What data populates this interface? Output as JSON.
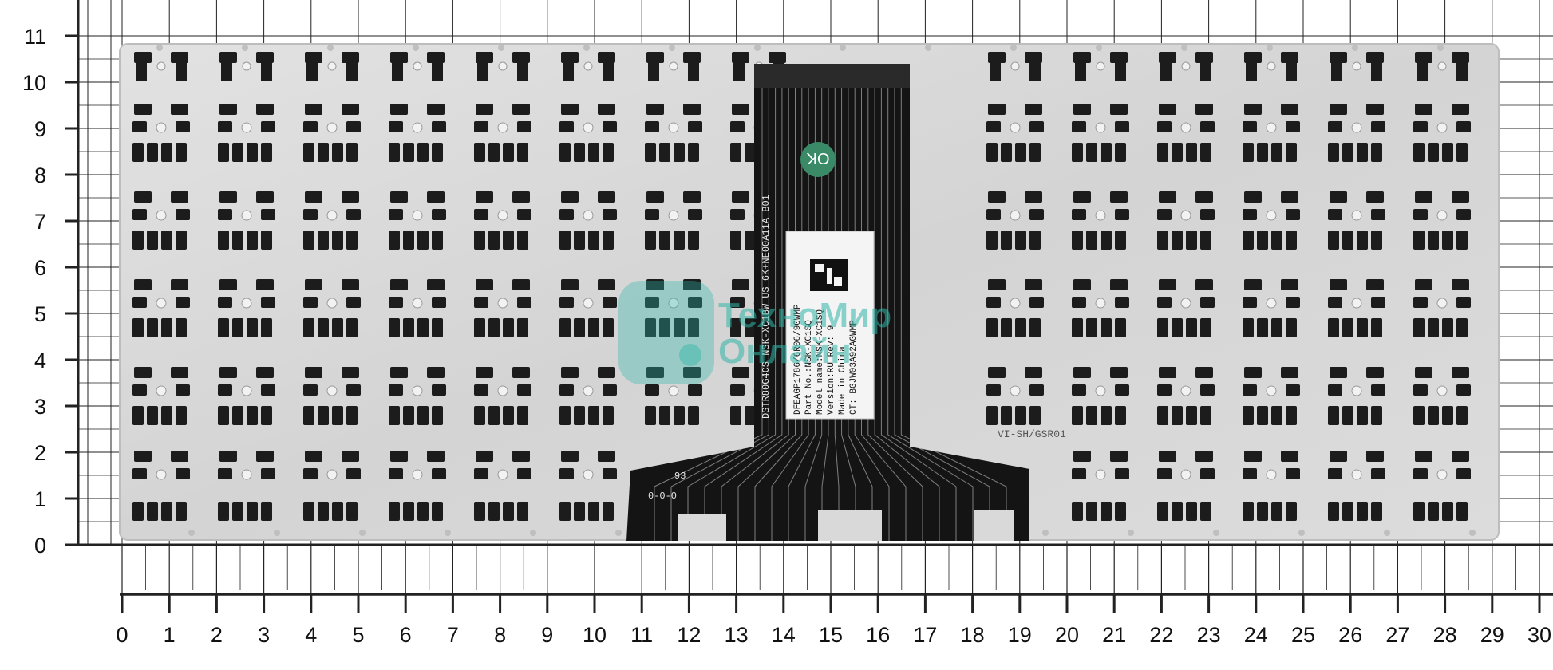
{
  "photo": {
    "subject": "laptop keyboard underside on measurement grid"
  },
  "scale": {
    "x_ticks": [
      "0",
      "1",
      "2",
      "3",
      "4",
      "5",
      "6",
      "7",
      "8",
      "9",
      "10",
      "11",
      "12",
      "13",
      "14",
      "15",
      "16",
      "17",
      "18",
      "19",
      "20",
      "21",
      "22",
      "23",
      "24",
      "25",
      "26",
      "27",
      "28",
      "29",
      "30"
    ],
    "y_ticks": [
      "0",
      "1",
      "2",
      "3",
      "4",
      "5",
      "6",
      "7",
      "8",
      "9",
      "10",
      "11"
    ]
  },
  "keyboard": {
    "ok_sticker": "OK",
    "flex_line_1": "DSTR80G4CS NSK-XC1BW US 6K+NE00A11A B01",
    "flex_mark_left": "93",
    "flex_mark_bottom": "0-0-0",
    "reversed_mark": "VI-SH/GSR01",
    "label": {
      "lines": [
        "DFEAGP1786/6R06/90WMP",
        "Part No.:NSK-XC1SQ",
        "Model name:NSK-XC1SQ",
        "Version:RU    Rev: 9",
        "Made in China",
        "CT: BGJW03A92AGWMP"
      ]
    }
  },
  "watermark": {
    "line_1": "ТехноМир",
    "line_2": "Онлайн"
  },
  "colors": {
    "plate": "#d9d9d9",
    "key_hole": "#1c1c1c",
    "flex_cable": "#141414",
    "ok_sticker": "#3a8a68",
    "grid": "#222222",
    "watermark": "#2fb6a8"
  }
}
